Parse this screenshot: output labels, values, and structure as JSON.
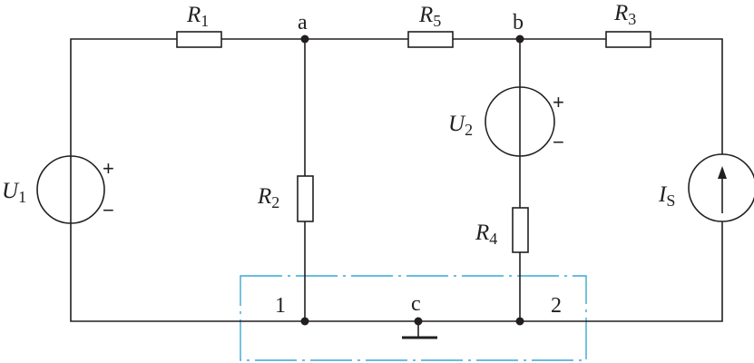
{
  "components": {
    "R1": {
      "letter": "R",
      "sub": "1"
    },
    "R2": {
      "letter": "R",
      "sub": "2"
    },
    "R3": {
      "letter": "R",
      "sub": "3"
    },
    "R4": {
      "letter": "R",
      "sub": "4"
    },
    "R5": {
      "letter": "R",
      "sub": "5"
    },
    "U1": {
      "letter": "U",
      "sub": "1",
      "plus": "+",
      "minus": "−"
    },
    "U2": {
      "letter": "U",
      "sub": "2",
      "plus": "+",
      "minus": "−"
    },
    "IS": {
      "letter": "I",
      "sub": "S"
    }
  },
  "nodes": {
    "a": "a",
    "b": "b",
    "c": "c",
    "n1": "1",
    "n2": "2"
  },
  "colors": {
    "wire": "#231f20",
    "dashed_box": "#3aa7d3",
    "background": "#ffffff"
  }
}
